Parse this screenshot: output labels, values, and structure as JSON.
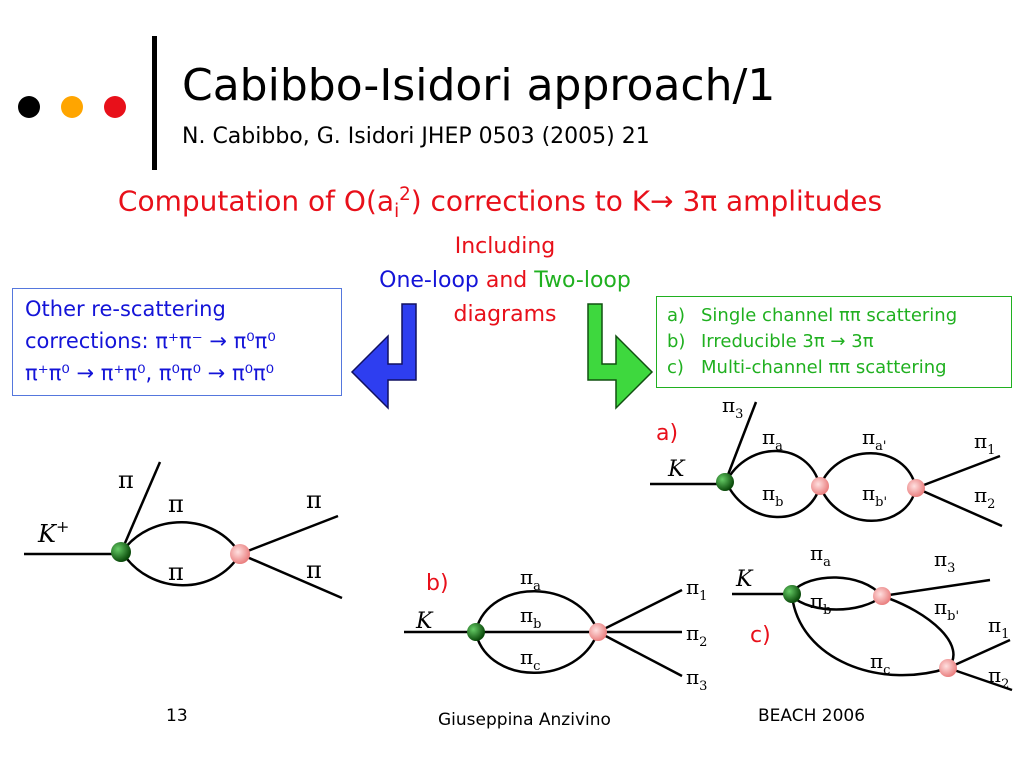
{
  "slide": {
    "title": "Cabibbo-Isidori approach/1",
    "reference": "N. Cabibbo, G. Isidori JHEP 0503 (2005) 21",
    "subtitle_prefix": "Computation of O(a",
    "subtitle_sub": "i",
    "subtitle_sup": "2",
    "subtitle_suffix": ") corrections to K→ 3π amplitudes"
  },
  "colors": {
    "red": "#e8101a",
    "blue": "#1414d8",
    "green": "#20b020",
    "dot_black": "#000000",
    "dot_orange": "#ffa500",
    "dot_red": "#e8101a"
  },
  "center": {
    "including": "Including",
    "one_loop": "One-loop",
    "and": "and",
    "two_loop": "Two-loop",
    "diagrams": "diagrams"
  },
  "left_box": {
    "line1": "Other re-scattering",
    "line2": "corrections: π⁺π⁻ → π⁰π⁰",
    "line3": "π⁺π⁰ → π⁺π⁰, π⁰π⁰ → π⁰π⁰"
  },
  "right_box": {
    "items": [
      {
        "label": "a)",
        "text": "Single channel ππ scattering"
      },
      {
        "label": "b)",
        "text": "Irreducible 3π → 3π"
      },
      {
        "label": "c)",
        "text": "Multi-channel ππ scattering"
      }
    ]
  },
  "diagrams": {
    "main": {
      "K": "K",
      "K_sup": "+",
      "pi": "π"
    },
    "a": {
      "label": "a)",
      "K": "K",
      "pi3": "π",
      "pi3_sub": "3",
      "pia": "π",
      "pia_sub": "a",
      "pib": "π",
      "pib_sub": "b",
      "pia2": "π",
      "pia2_sub": "a'",
      "pib2": "π",
      "pib2_sub": "b'",
      "pi1": "π",
      "pi1_sub": "1",
      "pi2": "π",
      "pi2_sub": "2"
    },
    "b": {
      "label": "b)",
      "K": "K",
      "pia": "π",
      "pia_sub": "a",
      "pib": "π",
      "pib_sub": "b",
      "pic": "π",
      "pic_sub": "c",
      "pi1": "π",
      "pi1_sub": "1",
      "pi2": "π",
      "pi2_sub": "2",
      "pi3": "π",
      "pi3_sub": "3"
    },
    "c": {
      "label": "c)",
      "K": "K",
      "pia": "π",
      "pia_sub": "a",
      "pib": "π",
      "pib_sub": "b",
      "pic": "π",
      "pic_sub": "c",
      "pi3": "π",
      "pi3_sub": "3",
      "pib2": "π",
      "pib2_sub": "b'",
      "pi1": "π",
      "pi1_sub": "1",
      "pi2": "π",
      "pi2_sub": "2"
    }
  },
  "footer": {
    "page": "13",
    "author": "Giuseppina Anzivino",
    "event": "BEACH 2006"
  }
}
